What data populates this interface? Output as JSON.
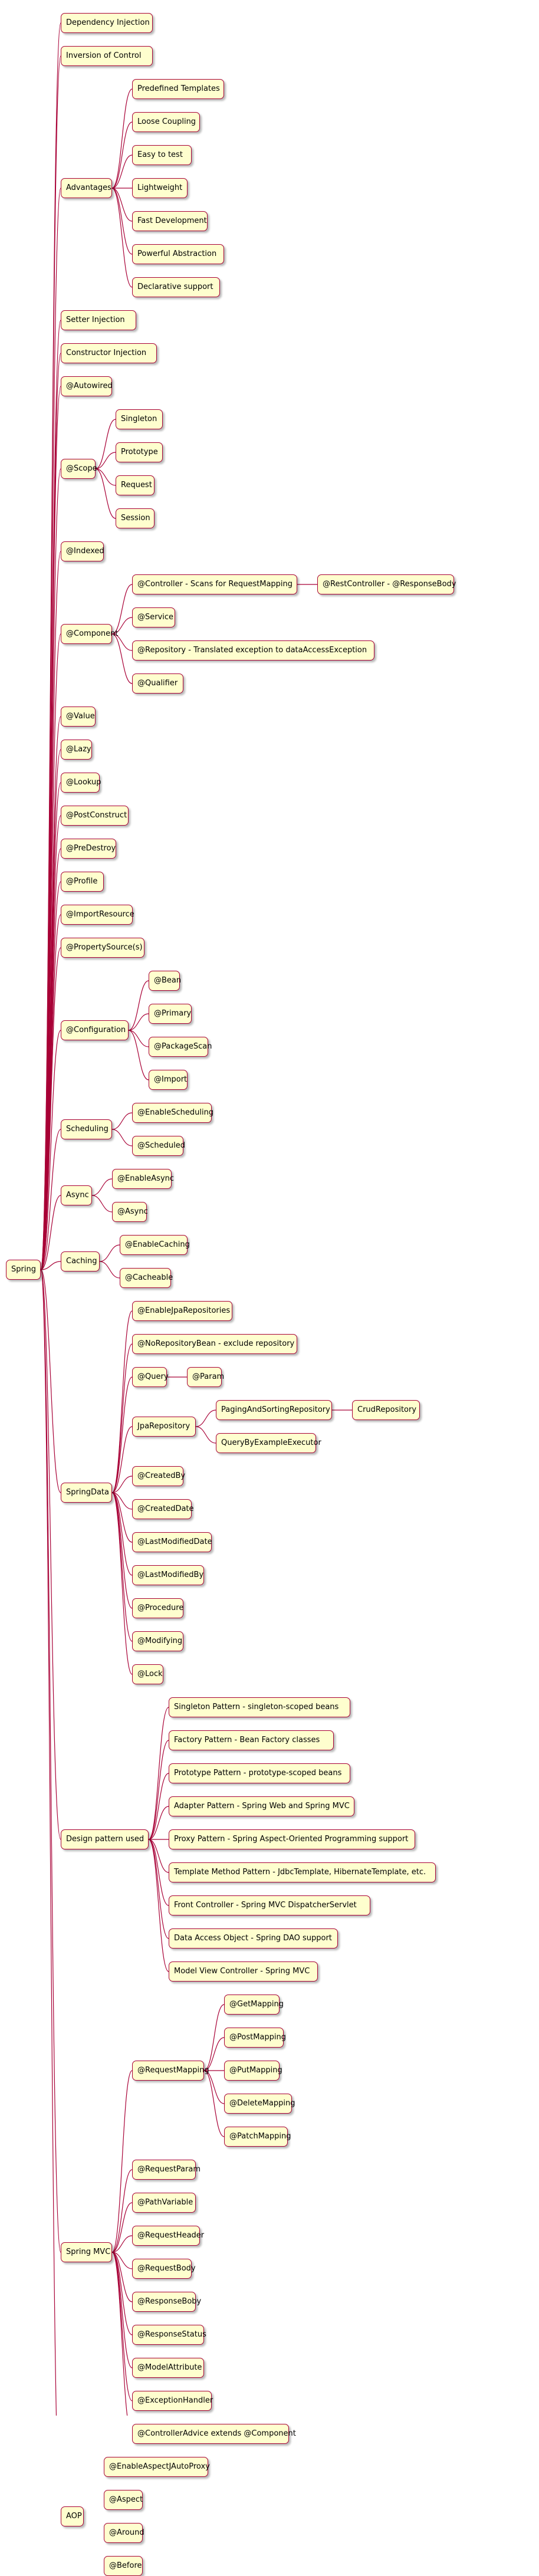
{
  "diagram": {
    "root": {
      "label": "Spring",
      "children": [
        {
          "label": "Dependency Injection"
        },
        {
          "label": "Inversion of Control"
        },
        {
          "label": "Advantages",
          "children": [
            {
              "label": "Predefined Templates"
            },
            {
              "label": "Loose Coupling"
            },
            {
              "label": "Easy to test"
            },
            {
              "label": "Lightweight"
            },
            {
              "label": "Fast Development"
            },
            {
              "label": "Powerful Abstraction"
            },
            {
              "label": "Declarative support"
            }
          ]
        },
        {
          "label": "Setter Injection"
        },
        {
          "label": "Constructor Injection"
        },
        {
          "label": "@Autowired"
        },
        {
          "label": "@Scope",
          "children": [
            {
              "label": "Singleton"
            },
            {
              "label": "Prototype"
            },
            {
              "label": "Request"
            },
            {
              "label": "Session"
            }
          ]
        },
        {
          "label": "@Indexed"
        },
        {
          "label": "@Component",
          "children": [
            {
              "label": "@Controller - Scans for RequestMapping",
              "children": [
                {
                  "label": "@RestController - @ResponseBody"
                }
              ]
            },
            {
              "label": "@Service"
            },
            {
              "label": "@Repository - Translated exception to dataAccessException"
            },
            {
              "label": "@Qualifier"
            }
          ]
        },
        {
          "label": "@Value"
        },
        {
          "label": "@Lazy"
        },
        {
          "label": "@Lookup"
        },
        {
          "label": "@PostConstruct"
        },
        {
          "label": "@PreDestroy"
        },
        {
          "label": "@Profile"
        },
        {
          "label": "@ImportResource"
        },
        {
          "label": "@PropertySource(s)"
        },
        {
          "label": "@Configuration",
          "children": [
            {
              "label": "@Bean"
            },
            {
              "label": "@Primary"
            },
            {
              "label": "@PackageScan"
            },
            {
              "label": "@Import"
            }
          ]
        },
        {
          "label": "Scheduling",
          "children": [
            {
              "label": "@EnableScheduling"
            },
            {
              "label": "@Scheduled"
            }
          ]
        },
        {
          "label": "Async",
          "children": [
            {
              "label": "@EnableAsync"
            },
            {
              "label": "@Async"
            }
          ]
        },
        {
          "label": "Caching",
          "children": [
            {
              "label": "@EnableCaching"
            },
            {
              "label": "@Cacheable"
            }
          ]
        },
        {
          "label": "SpringData",
          "children": [
            {
              "label": "@EnableJpaRepositories"
            },
            {
              "label": "@NoRepositoryBean - exclude repository"
            },
            {
              "label": "@Query",
              "children": [
                {
                  "label": "@Param"
                }
              ]
            },
            {
              "label": "JpaRepository",
              "children": [
                {
                  "label": "PagingAndSortingRepository",
                  "children": [
                    {
                      "label": "CrudRepository"
                    }
                  ]
                },
                {
                  "label": "QueryByExampleExecutor"
                }
              ]
            },
            {
              "label": "@CreatedBy"
            },
            {
              "label": "@CreatedDate"
            },
            {
              "label": "@LastModifiedDate"
            },
            {
              "label": "@LastModifiedBy"
            },
            {
              "label": "@Procedure"
            },
            {
              "label": "@Modifying"
            },
            {
              "label": "@Lock"
            }
          ]
        },
        {
          "label": "Design pattern used",
          "children": [
            {
              "label": "Singleton Pattern - singleton-scoped beans"
            },
            {
              "label": "Factory Pattern - Bean Factory classes"
            },
            {
              "label": "Prototype Pattern - prototype-scoped beans"
            },
            {
              "label": "Adapter Pattern - Spring Web and Spring MVC"
            },
            {
              "label": "Proxy Pattern - Spring Aspect-Oriented Programming support"
            },
            {
              "label": "Template Method Pattern - JdbcTemplate, HibernateTemplate, etc."
            },
            {
              "label": "Front Controller - Spring MVC DispatcherServlet"
            },
            {
              "label": "Data Access Object - Spring DAO support"
            },
            {
              "label": "Model View Controller - Spring MVC"
            }
          ]
        },
        {
          "label": "Spring MVC",
          "children": [
            {
              "label": "@RequestMapping",
              "children": [
                {
                  "label": "@GetMapping"
                },
                {
                  "label": "@PostMapping"
                },
                {
                  "label": "@PutMapping"
                },
                {
                  "label": "@DeleteMapping"
                },
                {
                  "label": "@PatchMapping"
                }
              ]
            },
            {
              "label": "@RequestParam"
            },
            {
              "label": "@PathVariable"
            },
            {
              "label": "@RequestHeader"
            },
            {
              "label": "@RequestBody"
            },
            {
              "label": "@ResponseBoby"
            },
            {
              "label": "@ResponseStatus"
            },
            {
              "label": "@ModelAttribute"
            },
            {
              "label": "@ExceptionHandler"
            },
            {
              "label": "@ControllerAdvice extends @Component"
            }
          ]
        },
        {
          "label": "AOP",
          "children": [
            {
              "label": "@EnableAspectJAutoProxy"
            },
            {
              "label": "@Aspect"
            },
            {
              "label": "@Around"
            },
            {
              "label": "@Before"
            }
          ]
        }
      ]
    },
    "colors": {
      "node_fill": "#fefece",
      "border": "#a80036",
      "text": "#000000"
    }
  }
}
